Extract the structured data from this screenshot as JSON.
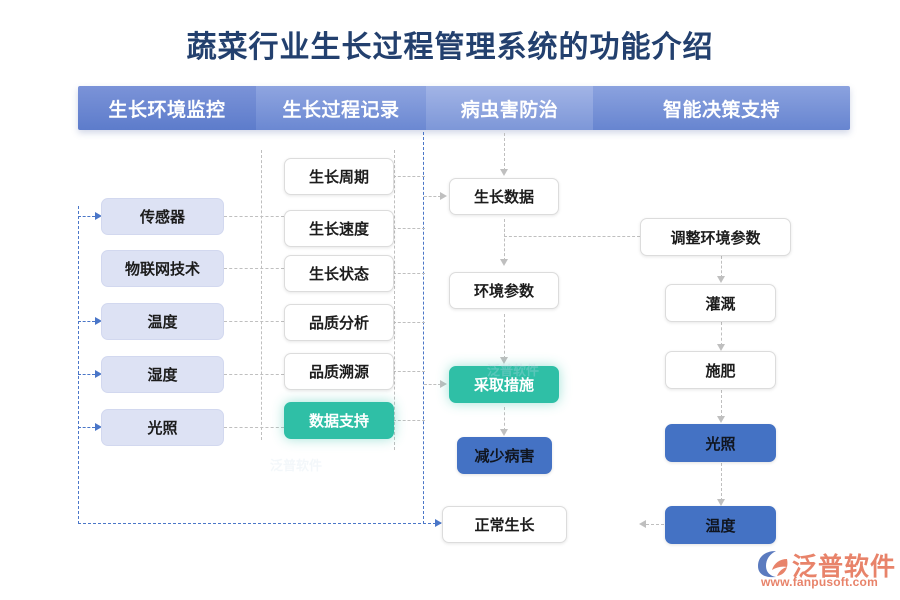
{
  "page": {
    "title": "蔬菜行业生长过程管理系统的功能介绍",
    "title_color": "#23406e",
    "background": "#ffffff"
  },
  "header": {
    "segments": [
      {
        "label": "生长环境监控",
        "color": "#5d7ccb"
      },
      {
        "label": "生长过程记录",
        "color": "#6b88d2"
      },
      {
        "label": "病虫害防治",
        "color": "#7d97d8"
      },
      {
        "label": "智能决策支持",
        "color": "#6785d0"
      }
    ]
  },
  "columns": {
    "environment_monitoring": {
      "heading": "生长环境监控",
      "nodes": [
        {
          "label": "传感器",
          "style": "lavender"
        },
        {
          "label": "物联网技术",
          "style": "lavender"
        },
        {
          "label": "温度",
          "style": "lavender"
        },
        {
          "label": "湿度",
          "style": "lavender"
        },
        {
          "label": "光照",
          "style": "lavender"
        }
      ]
    },
    "process_record": {
      "heading": "生长过程记录",
      "nodes": [
        {
          "label": "生长周期",
          "style": "white"
        },
        {
          "label": "生长速度",
          "style": "white"
        },
        {
          "label": "生长状态",
          "style": "white"
        },
        {
          "label": "品质分析",
          "style": "white"
        },
        {
          "label": "品质溯源",
          "style": "white"
        },
        {
          "label": "数据支持",
          "style": "teal"
        }
      ]
    },
    "pest_control": {
      "heading": "病虫害防治",
      "nodes": [
        {
          "label": "生长数据",
          "style": "white"
        },
        {
          "label": "环境参数",
          "style": "white"
        },
        {
          "label": "采取措施",
          "style": "teal"
        },
        {
          "label": "减少病害",
          "style": "blue"
        },
        {
          "label": "正常生长",
          "style": "white"
        }
      ]
    },
    "decision_support": {
      "heading": "智能决策支持",
      "nodes": [
        {
          "label": "调整环境参数",
          "style": "white"
        },
        {
          "label": "灌溉",
          "style": "white"
        },
        {
          "label": "施肥",
          "style": "white"
        },
        {
          "label": "光照",
          "style": "blue"
        },
        {
          "label": "温度",
          "style": "blue"
        }
      ]
    }
  },
  "colors": {
    "lavender_box": "#dde2f4",
    "teal_box": "#2fbfa6",
    "blue_box": "#4472c4",
    "gray_connector": "#bfbfbf",
    "blue_connector": "#4a76c8",
    "brand_orange": "#e8836a"
  },
  "logo": {
    "name": "泛普软件",
    "url": "www.fanpusoft.com"
  },
  "watermark": {
    "text": "泛普软件"
  }
}
